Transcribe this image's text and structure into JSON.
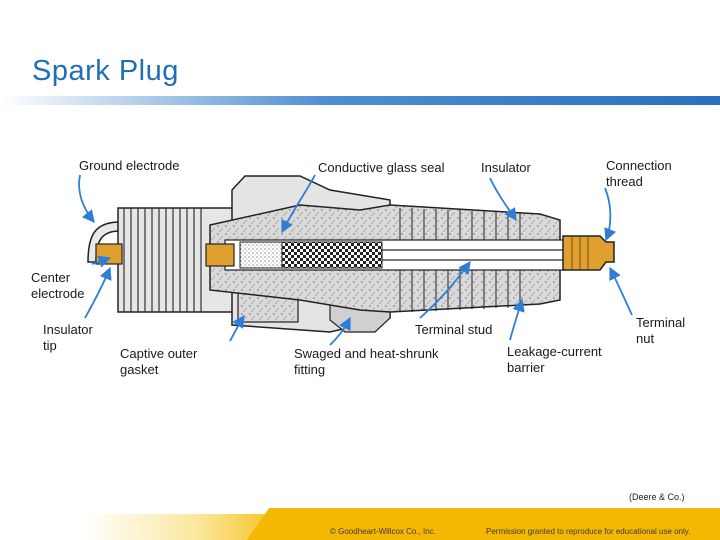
{
  "title": "Spark Plug",
  "labels": {
    "ground_electrode": "Ground electrode",
    "conductive_glass_seal": "Conductive glass seal",
    "insulator": "Insulator",
    "connection_thread": "Connection\nthread",
    "center_electrode": "Center\nelectrode",
    "insulator_tip": "Insulator\ntip",
    "captive_outer_gasket": "Captive outer\ngasket",
    "swaged_fitting": "Swaged and heat-shrunk\nfitting",
    "terminal_stud": "Terminal stud",
    "leakage_current_barrier": "Leakage-current\nbarrier",
    "terminal_nut": "Terminal\nnut"
  },
  "credit": "(Deere & Co.)",
  "footer": {
    "copyright": "© Goodheart-Willcox Co., Inc.",
    "permission": "Permission granted to reproduce for educational use only."
  },
  "colors": {
    "title": "#1f6fb5",
    "electrode_brass": "#e0a030",
    "footer_band": "#f5b800",
    "arrow": "#2e7dd7"
  }
}
